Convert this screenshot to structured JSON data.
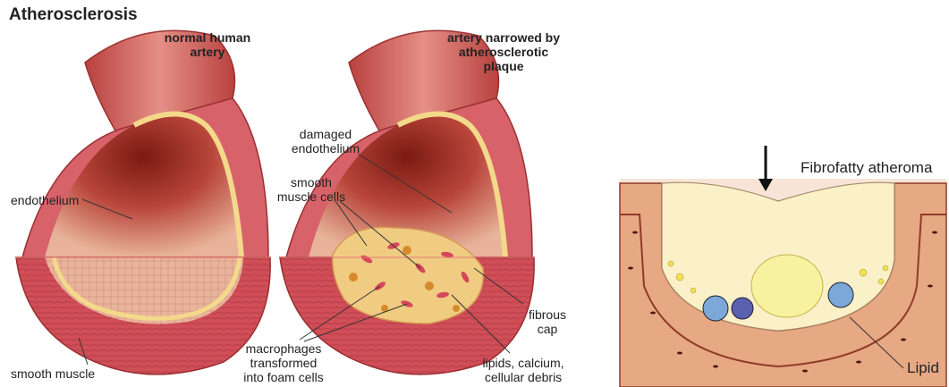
{
  "title": "Atherosclerosis",
  "left_panel": {
    "heading": [
      "normal human",
      "artery"
    ],
    "labels": {
      "endothelium": "endothelium",
      "smooth_muscle": "smooth muscle"
    }
  },
  "middle_panel": {
    "heading": [
      "artery narrowed by",
      "atherosclerotic",
      "plaque"
    ],
    "labels": {
      "damaged_endothelium": [
        "damaged",
        "endothelium"
      ],
      "smooth_muscle_cells": [
        "smooth",
        "muscle cells"
      ],
      "macrophages": [
        "macrophages",
        "transformed",
        "into foam cells"
      ],
      "fibrous_cap": [
        "fibrous",
        "cap"
      ],
      "lipids": [
        "lipids, calcium,",
        "cellular debris"
      ]
    }
  },
  "right_panel": {
    "labels": {
      "fibrofatty_atheroma": "Fibrofatty atheroma",
      "lipid": "Lipid"
    }
  },
  "colors": {
    "artery_outer": "#c9504f",
    "artery_inner": "#e8a59a",
    "wall_band": "#d95b62",
    "endothelium": "#f3d98a",
    "plaque": "#f0cc82",
    "lumen_dark": "#8e1f19",
    "histology_bg": "#f3d8c6",
    "atheroma_core": "#f7f2a0"
  }
}
